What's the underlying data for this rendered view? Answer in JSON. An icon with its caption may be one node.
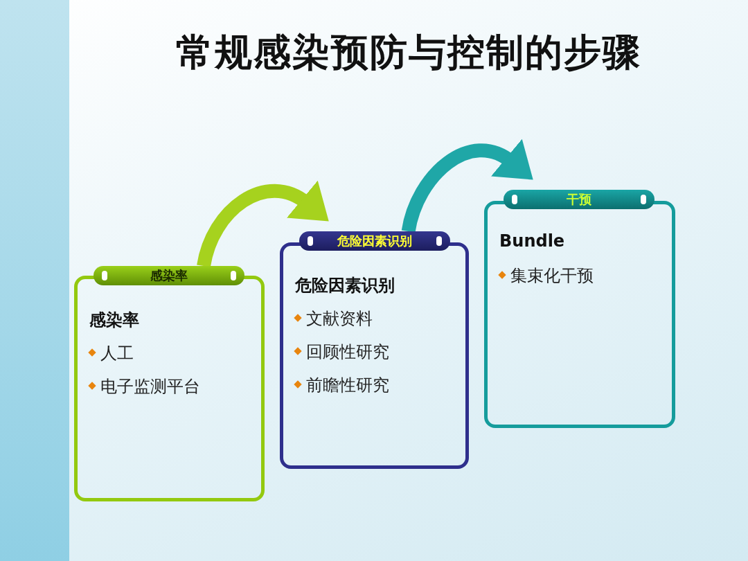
{
  "diagram": {
    "title": "常规感染预防与控制的步骤",
    "nodes": [
      {
        "text": [
          "感染率",
          "感染率",
          "人工",
          "电子监测平台"
        ]
      },
      {
        "text": [
          "危险因素识别",
          "危险因素识别",
          "文献资料",
          "回顾性研究",
          "前瞻性研究"
        ]
      },
      {
        "text": [
          "干预",
          "Bundle",
          "集束化干预"
        ]
      }
    ],
    "edges": [
      {
        "from": 0,
        "to": 1,
        "arrow": "to",
        "color": "#a6d21e"
      },
      {
        "from": 1,
        "to": 2,
        "arrow": "to",
        "color": "#1fa7a7"
      }
    ]
  }
}
